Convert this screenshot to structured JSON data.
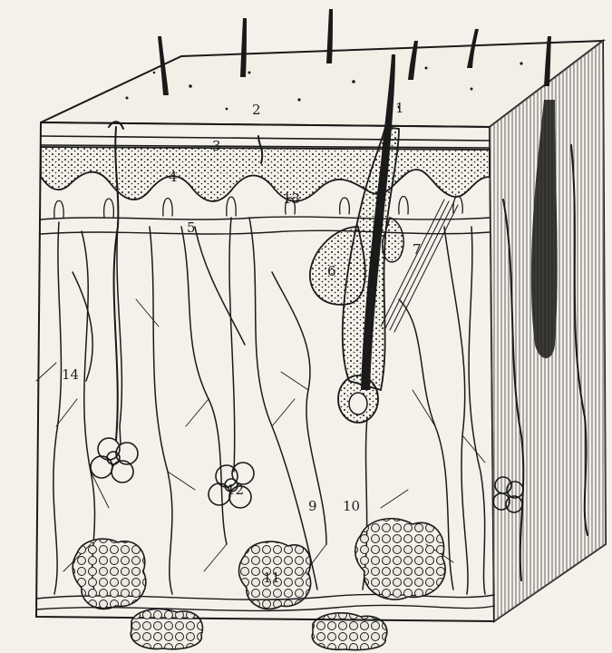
{
  "figure": {
    "description_labels": [
      {
        "id": "1",
        "text": "1"
      },
      {
        "id": "2",
        "text": "2"
      },
      {
        "id": "3",
        "text": "3"
      },
      {
        "id": "4",
        "text": "4"
      },
      {
        "id": "5",
        "text": "5"
      },
      {
        "id": "6",
        "text": "6"
      },
      {
        "id": "7",
        "text": "7"
      },
      {
        "id": "9",
        "text": "9"
      },
      {
        "id": "10",
        "text": "10"
      },
      {
        "id": "11",
        "text": "11"
      },
      {
        "id": "12",
        "text": "12"
      },
      {
        "id": "13",
        "text": "13"
      },
      {
        "id": "14",
        "text": "14"
      }
    ],
    "colors": {
      "paper": "#f4f1ea",
      "ink": "#1a1a1a",
      "fat": "#ece8df"
    }
  }
}
